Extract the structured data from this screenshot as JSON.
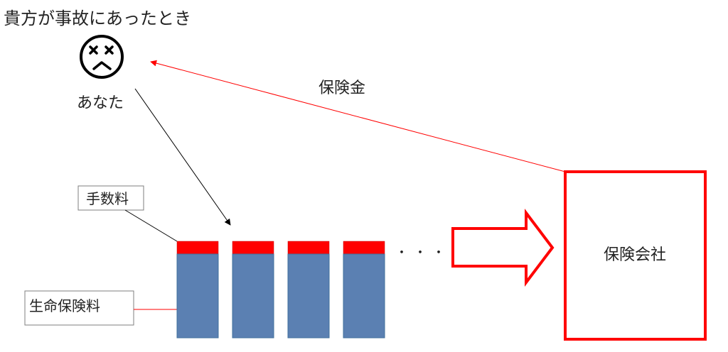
{
  "texts": {
    "situation": "貴方が事故にあったとき",
    "you": "あなた",
    "payout": "保険金",
    "insurer": "保険会社",
    "fee": "手数料",
    "premium": "生命保険料",
    "ellipsis": "・・・"
  },
  "icons": {
    "face": "dizzy-face-icon",
    "payment_arrow": "arrow-icon",
    "flow_arrow": "block-arrow-right-icon"
  },
  "colors": {
    "fee_red": "#ff0000",
    "premium_blue": "#5b80b2",
    "accent_red": "#ff0000"
  }
}
